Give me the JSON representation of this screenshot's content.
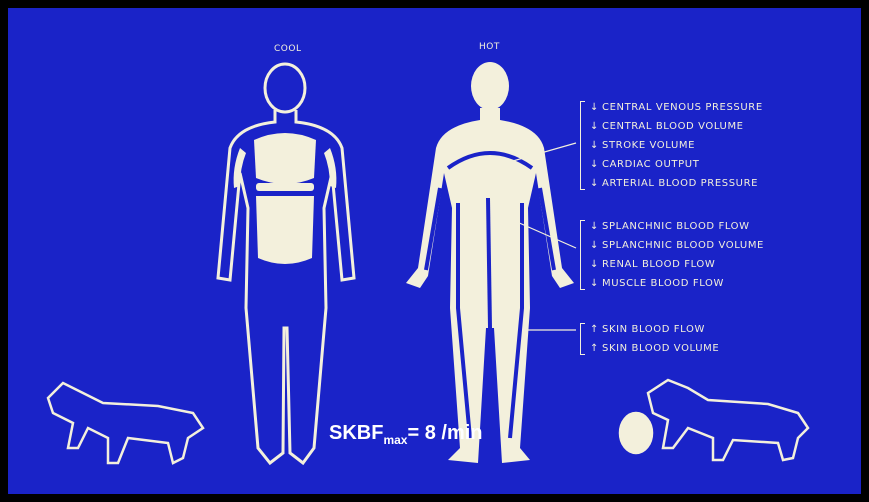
{
  "labels": {
    "cool": "COOL",
    "hot": "HOT"
  },
  "groups": [
    {
      "items": [
        {
          "arrow": "down",
          "text": "CENTRAL VENOUS PRESSURE"
        },
        {
          "arrow": "down",
          "text": "CENTRAL BLOOD VOLUME"
        },
        {
          "arrow": "down",
          "text": "STROKE VOLUME"
        },
        {
          "arrow": "down",
          "text": "CARDIAC OUTPUT"
        },
        {
          "arrow": "down",
          "text": "ARTERIAL BLOOD PRESSURE"
        }
      ]
    },
    {
      "items": [
        {
          "arrow": "down",
          "text": "SPLANCHNIC BLOOD FLOW"
        },
        {
          "arrow": "down",
          "text": "SPLANCHNIC BLOOD VOLUME"
        },
        {
          "arrow": "down",
          "text": "RENAL BLOOD FLOW"
        },
        {
          "arrow": "down",
          "text": "MUSCLE BLOOD FLOW"
        }
      ]
    },
    {
      "items": [
        {
          "arrow": "up",
          "text": "SKIN BLOOD FLOW"
        },
        {
          "arrow": "up",
          "text": "SKIN BLOOD VOLUME"
        }
      ]
    }
  ],
  "formula": {
    "base": "SKBF",
    "subscript": "max",
    "rest": "= 8  /min"
  },
  "colors": {
    "background": "#1a23c8",
    "figure": "#f3f0dc"
  }
}
